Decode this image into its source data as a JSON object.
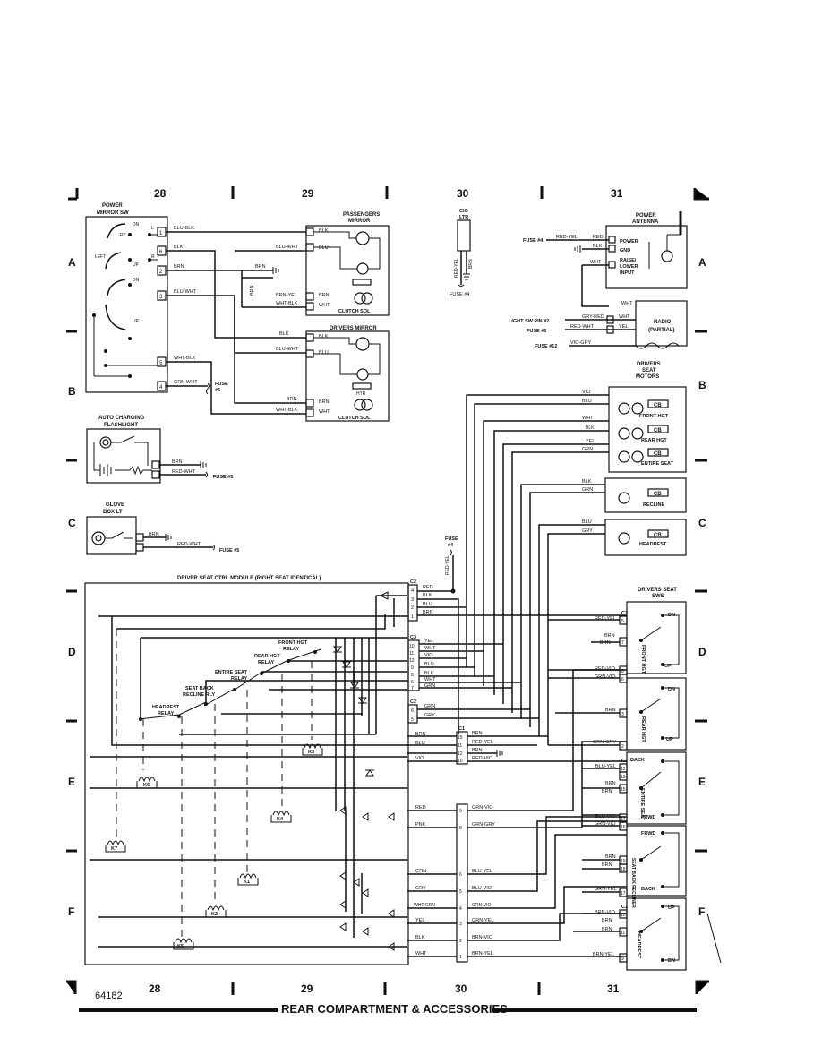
{
  "grid": {
    "columns": [
      "28",
      "29",
      "30",
      "31"
    ],
    "rows": [
      "A",
      "B",
      "C",
      "D",
      "E",
      "F"
    ]
  },
  "drawing_code": "64182",
  "footer_title": "REAR COMPARTMENT & ACCESSORIES",
  "components": {
    "power_mirror_sw": [
      "POWER",
      "MIRROR SW"
    ],
    "mirror_sw_marks": [
      "DN",
      "RT",
      "L",
      "R",
      "LEFT",
      "UP",
      "DN",
      "UP"
    ],
    "passengers_mirror": [
      "PASSENGERS",
      "MIRROR"
    ],
    "drivers_mirror": "DRIVERS MIRROR",
    "clutch_sol": "CLUTCH SOL",
    "htr": "HTR",
    "cig_ltr": [
      "CIG",
      "LTR"
    ],
    "fuse4": "FUSE #4",
    "power_antenna": [
      "POWER",
      "ANTENNA"
    ],
    "antenna_pins": [
      "POWER",
      "GND",
      "RAISE/",
      "LOWER",
      "INPUT"
    ],
    "radio": [
      "RADIO",
      "(PARTIAL)"
    ],
    "light_sw_pin2": "LIGHT SW PIN #2",
    "fuse5": "FUSE #5",
    "fuse12": "FUSE #12",
    "fuse6": [
      "FUSE",
      "#6"
    ],
    "drivers_seat_motors": [
      "DRIVERS",
      "SEAT",
      "MOTORS"
    ],
    "motor_labels": [
      "FRONT HGT",
      "REAR HGT",
      "ENTIRE SEAT",
      "RECLINE",
      "HEADREST"
    ],
    "cb": "CB",
    "auto_flashlight": [
      "AUTO CHARGING",
      "FLASHLIGHT"
    ],
    "glove_box": [
      "GLOVE",
      "BOX LT"
    ],
    "fuse4_vertical": [
      "FUSE",
      "#4"
    ],
    "module_title": "DRIVER SEAT CTRL MODULE (RIGHT SEAT IDENTICAL)",
    "relays": [
      "FRONT HGT",
      "RELAY",
      "REAR HGT",
      "RELAY",
      "ENTIRE SEAT",
      "RELAY",
      "SEAT BACK",
      "RECLINE RLY",
      "HEADREST",
      "RELAY"
    ],
    "k_labels": [
      "K3",
      "K6",
      "K4",
      "K7",
      "K1",
      "K2",
      "K5"
    ],
    "drivers_seat_sws": [
      "DRIVERS SEAT",
      "SWS"
    ],
    "sw_names": [
      "FRONT HGT",
      "REAR HGT",
      "ENTIRE SEAT",
      "SEAT BACK RECLINER",
      "HEADREST"
    ],
    "sw_marks": [
      "DN",
      "UP",
      "DN",
      "UP",
      "BACK",
      "FRWD",
      "FRWD",
      "BACK",
      "UP",
      "DN"
    ],
    "connectors": [
      "C2",
      "C3",
      "C2",
      "C1",
      "C3",
      "C2",
      "C1"
    ]
  },
  "wire_labels": {
    "mirror_sw": [
      "BLU-BLK",
      "BLK",
      "BRN",
      "BLU-WHT",
      "WHT-BLK",
      "GRN-WHT"
    ],
    "mirror_mid": [
      "BLU-WHT",
      "BRN",
      "BRN",
      "BRN-YEL",
      "WHT-BLK",
      "BLK",
      "BLU-WHT",
      "BRN",
      "WHT-BLK"
    ],
    "passenger_mirror_pins": [
      "BLK",
      "BLU",
      "BRN",
      "WHT"
    ],
    "driver_mirror_pins": [
      "BLK",
      "BLU",
      "BRN",
      "WHT"
    ],
    "cig_ltr": [
      "RED-YEL",
      "BRN"
    ],
    "antenna": [
      "RED-YEL",
      "RED",
      "BLK",
      "WHT",
      "WHT"
    ],
    "radio": [
      "GRY-RED",
      "WHT",
      "RED-WHT",
      "YEL",
      "VIO-GRY"
    ],
    "motors": [
      "VIO",
      "BLU",
      "WHT",
      "BLK",
      "YEL",
      "GRN",
      "BLK",
      "GRN",
      "BLU",
      "GRY"
    ],
    "flashlight": [
      "BRN",
      "RED-WHT",
      "BRN",
      "RED-WHT"
    ],
    "module_right": [
      "RED",
      "BLK",
      "BLU",
      "BRN",
      "YEL",
      "WHT",
      "VIO",
      "BLU",
      "BLK",
      "WHT",
      "GRN",
      "GRN",
      "GRY",
      "BRN",
      "BLU",
      "VIO",
      "RED",
      "PNK",
      "GRN",
      "GRY",
      "WHT-GRN",
      "YEL",
      "BLK",
      "WHT"
    ],
    "c1_right": [
      "BRN",
      "RED-YEL",
      "BRN",
      "RED-VIO",
      "GRN-VIO",
      "GRN-GRY",
      "BLU-YEL",
      "BLU-VIO",
      "GRN-VIO",
      "GRN-YEL",
      "BRN-VIO",
      "BRN-YEL"
    ],
    "switches": [
      "RED-YEL",
      "BRN",
      "BRN",
      "RED-VIO",
      "GRN-VIO",
      "BRN",
      "GRN-GRY",
      "BLU-YEL",
      "BRN",
      "BRN",
      "BLU-VIO",
      "GRN-VIO",
      "BRN",
      "BRN",
      "GRN-YEL",
      "BRN-VIO",
      "BRN",
      "BRN",
      "BRN-YEL"
    ],
    "red_yel_vertical": "RED-YEL"
  },
  "pins": {
    "mirror_sw": [
      "1",
      "6",
      "2",
      "3",
      "5",
      "4"
    ],
    "c2_top": [
      "4",
      "3",
      "2",
      "1"
    ],
    "c3": [
      "10",
      "11",
      "12",
      "9",
      "8",
      "6",
      "7"
    ],
    "c2_mid": [
      "6",
      "5"
    ],
    "c1_top": [
      "15",
      "11",
      "12",
      "10"
    ],
    "c1_low": [
      "9",
      "8",
      "6",
      "5",
      "4",
      "3",
      "2",
      "1"
    ],
    "sws": [
      "5",
      "7",
      "8",
      "6",
      "3",
      "2",
      "12",
      "13",
      "15",
      "14",
      "16",
      "19",
      "18",
      "17",
      "10",
      "11",
      "9"
    ]
  }
}
